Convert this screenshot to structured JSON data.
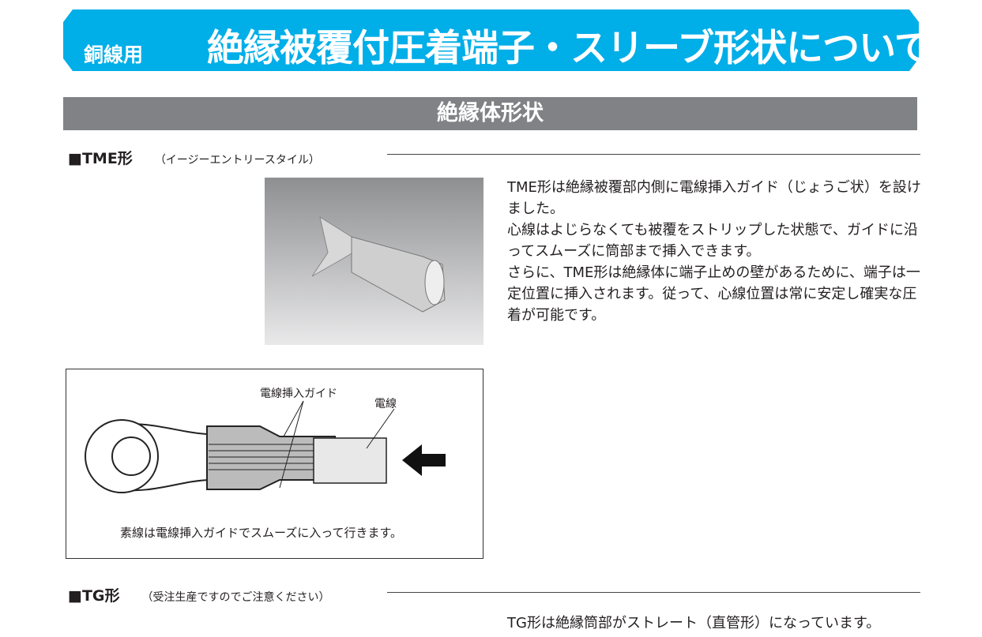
{
  "header": {
    "category": "銅線用",
    "title": "絶縁被覆付圧着端子・スリーブ形状について"
  },
  "section": {
    "title": "絶縁体形状"
  },
  "tme": {
    "label": "■TME形",
    "note": "（イージーエントリースタイル）",
    "paragraphs": [
      "TME形は絶縁被覆部内側に電線挿入ガイド（じょうご状）を設けました。",
      "心線はよじらなくても被覆をストリップした状態で、ガイドに沿ってスムーズに筒部まで挿入できます。",
      "さらに、TME形は絶縁体に端子止めの壁があるために、端子は一定位置に挿入されます。従って、心線位置は常に安定し確実な圧着が可能です。"
    ],
    "diagram": {
      "guide_label": "電線挿入ガイド",
      "wire_label": "電線",
      "caption": "素線は電線挿入ガイドでスムーズに入って行きます。"
    }
  },
  "tg": {
    "label": "■TG形",
    "note": "（受注生産ですのでご注意ください）",
    "paragraph": "TG形は絶縁筒部がストレート（直管形）になっています。"
  }
}
